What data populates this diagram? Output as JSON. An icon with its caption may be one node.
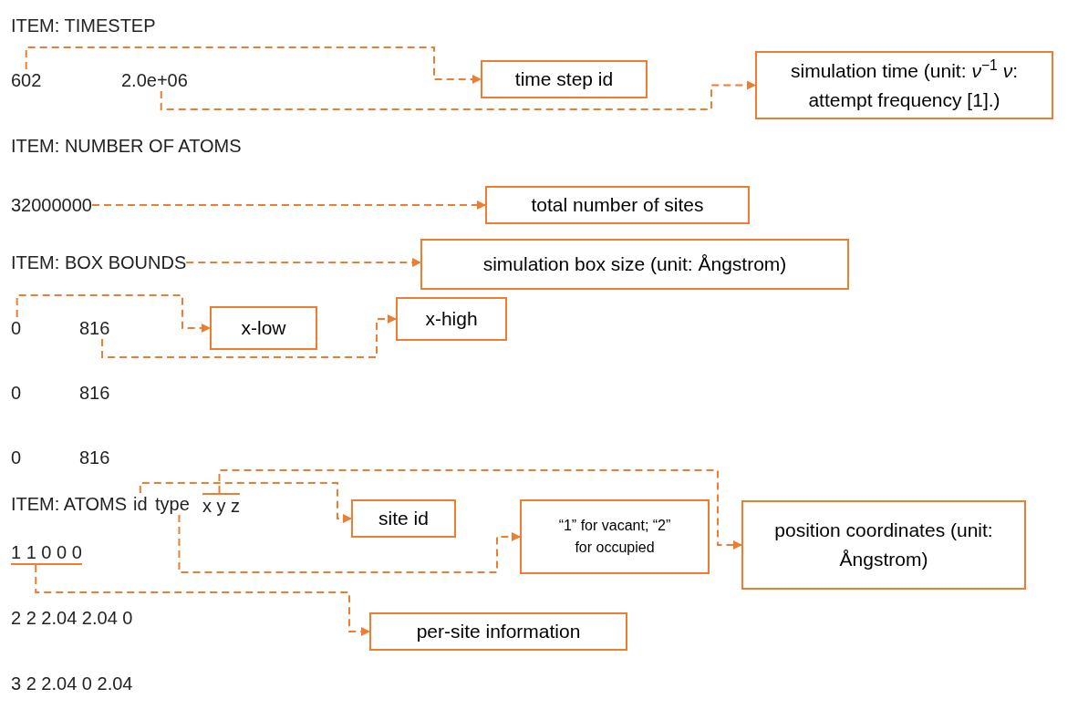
{
  "diagram": {
    "nodes": [
      {
        "text": [
          "602"
        ]
      },
      {
        "text": [
          "2.0e+06"
        ]
      },
      {
        "text": [
          "time step id"
        ]
      },
      {
        "text": [
          "simulation time (unit: *ν*$^{−1}$ *ν*: attempt frequency [1].)"
        ]
      },
      {
        "text": [
          "32000000"
        ]
      },
      {
        "text": [
          "total number of sites"
        ]
      },
      {
        "text": [
          "ITEM: BOX BOUNDS"
        ]
      },
      {
        "text": [
          "simulation box size (unit: Ångstrom)"
        ]
      },
      {
        "text": [
          "0"
        ]
      },
      {
        "text": [
          "816"
        ]
      },
      {
        "text": [
          "x-low"
        ]
      },
      {
        "text": [
          "x-high"
        ]
      },
      {
        "text": [
          "id"
        ]
      },
      {
        "text": [
          "type"
        ]
      },
      {
        "text": [
          "x y z"
        ]
      },
      {
        "text": [
          "site id"
        ]
      },
      {
        "text": [
          "“1” for vacant; “2” for occupied"
        ]
      },
      {
        "text": [
          "position coordinates (unit: Ångstrom)"
        ]
      },
      {
        "text": [
          "1 1 0 0 0"
        ]
      },
      {
        "text": [
          "per-site information"
        ]
      }
    ],
    "edges": [
      {
        "from": 0,
        "to": 2,
        "arrow": "to",
        "style": "dashed"
      },
      {
        "from": 1,
        "to": 3,
        "arrow": "to",
        "style": "dashed"
      },
      {
        "from": 4,
        "to": 5,
        "arrow": "to",
        "style": "dashed"
      },
      {
        "from": 6,
        "to": 7,
        "arrow": "to",
        "style": "dashed"
      },
      {
        "from": 8,
        "to": 10,
        "arrow": "to",
        "style": "dashed"
      },
      {
        "from": 9,
        "to": 11,
        "arrow": "to",
        "style": "dashed"
      },
      {
        "from": 12,
        "to": 15,
        "arrow": "to",
        "style": "dashed"
      },
      {
        "from": 13,
        "to": 16,
        "arrow": "to",
        "style": "dashed"
      },
      {
        "from": 14,
        "to": 17,
        "arrow": "to",
        "style": "dashed"
      },
      {
        "from": 18,
        "to": 19,
        "arrow": "to",
        "style": "dashed"
      }
    ],
    "labels": [
      "ITEM: TIMESTEP",
      "ITEM: NUMBER OF ATOMS",
      "0",
      "816",
      "0",
      "816",
      "ITEM: ATOMS",
      "2 2 2.04 2.04 0",
      "3 2 2.04 0 2.04"
    ]
  }
}
